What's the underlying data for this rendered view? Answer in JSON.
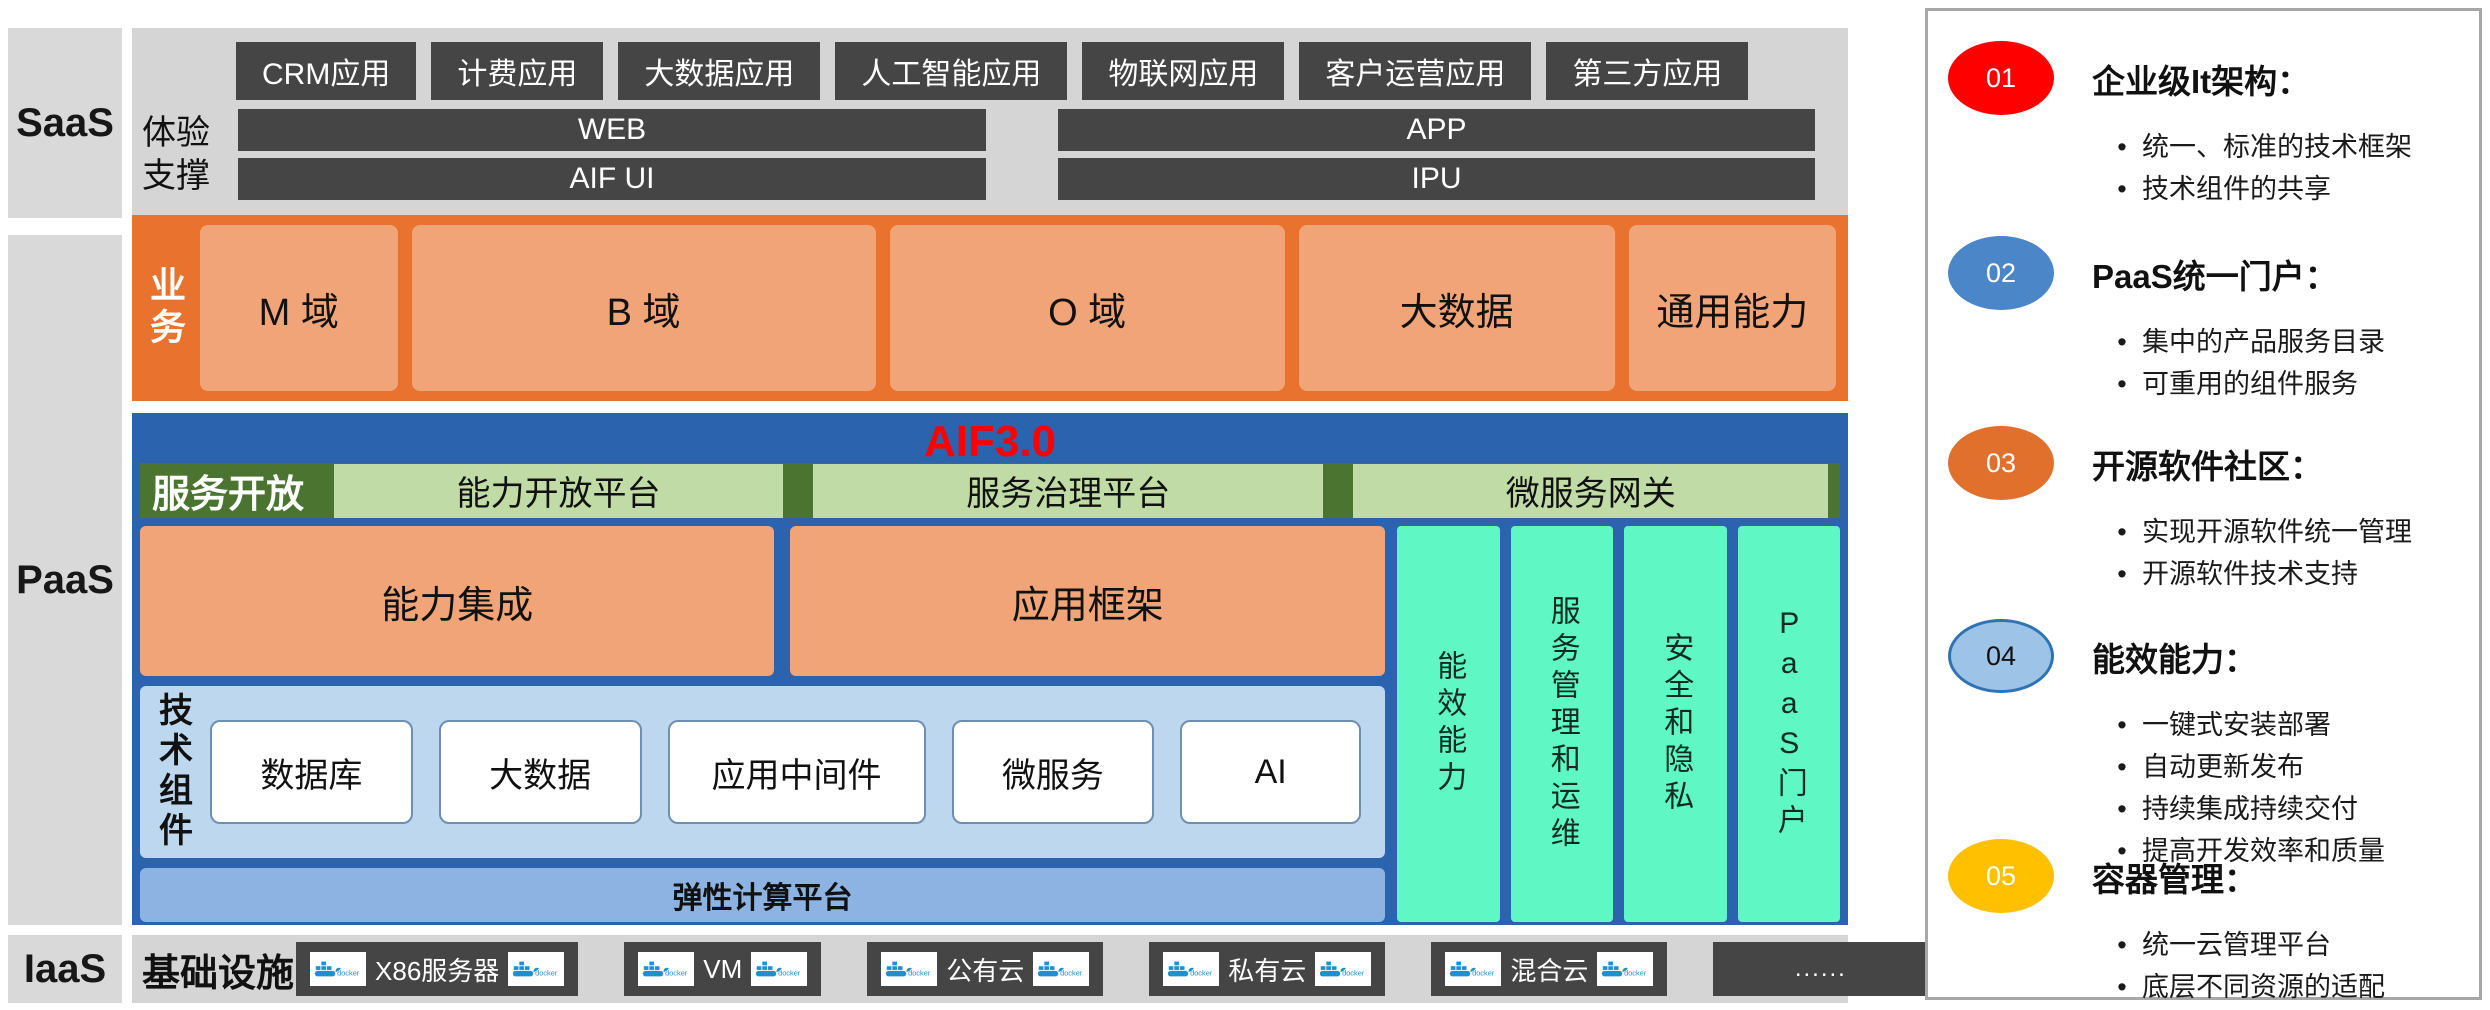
{
  "left_labels": {
    "saas": "SaaS",
    "paas": "PaaS",
    "iaas": "IaaS"
  },
  "saas": {
    "apps": [
      "CRM应用",
      "计费应用",
      "大数据应用",
      "人工智能应用",
      "物联网应用",
      "客户运营应用",
      "第三方应用"
    ],
    "support_label": [
      "体验",
      "支撑"
    ],
    "web_bars": [
      "WEB",
      "AIF UI"
    ],
    "app_bars": [
      "APP",
      "IPU"
    ]
  },
  "business": {
    "label": "业务",
    "domains": [
      "M 域",
      "B 域",
      "O 域",
      "大数据",
      "通用能力"
    ]
  },
  "aif": {
    "title": "AIF3.0",
    "service_open": {
      "label": "服务开放",
      "platforms": [
        "能力开放平台",
        "服务治理平台",
        "微服务网关"
      ]
    },
    "capabilities": [
      "能力集成",
      "应用框架"
    ],
    "tech": {
      "label": "技术组件",
      "components": [
        "数据库",
        "大数据",
        "应用中间件",
        "微服务",
        "AI"
      ],
      "platform": "弹性计算平台"
    },
    "pillars": [
      "能效能力",
      "服务管理和运维",
      "安全和隐私",
      "PaaS门户"
    ]
  },
  "iaas": {
    "label": "基础设施",
    "nodes": [
      "X86服务器",
      "VM",
      "公有云",
      "私有云",
      "混合云"
    ],
    "more": "......",
    "docker_icon": "docker-whale"
  },
  "right_panel": {
    "items": [
      {
        "num": "01",
        "color": "#ff0000",
        "text_color": "#ffffff",
        "title": "企业级It架构：",
        "bullets": [
          "统一、标准的技术框架",
          "技术组件的共享"
        ]
      },
      {
        "num": "02",
        "color": "#4a86c8",
        "text_color": "#ffffff",
        "title": "PaaS统一门户：",
        "bullets": [
          "集中的产品服务目录",
          "可重用的组件服务"
        ]
      },
      {
        "num": "03",
        "color": "#e2702d",
        "text_color": "#ffffff",
        "title": "开源软件社区：",
        "bullets": [
          "实现开源软件统一管理",
          "开源软件技术支持"
        ]
      },
      {
        "num": "04",
        "color": "#9dc3e6",
        "text_color": "#111111",
        "border_color": "#2e74b5",
        "title": "能效能力：",
        "bullets": [
          "一键式安装部署",
          "自动更新发布",
          "持续集成持续交付",
          "提高开发效率和质量"
        ]
      },
      {
        "num": "05",
        "color": "#ffc000",
        "text_color": "#ffffff",
        "title": "容器管理：",
        "bullets": [
          "统一云管理平台",
          "底层不同资源的适配"
        ]
      }
    ]
  },
  "colors": {
    "orange_frame": "#e8722e",
    "orange_fill": "#f0a478",
    "blue_frame": "#2b63ae",
    "green_dark": "#4c7431",
    "green_light": "#c0dba6",
    "teal_pillar": "#5ff7c3",
    "tech_panel_blue": "#bdd7ee",
    "platform_blue": "#8db3e2",
    "dark_box": "#454545",
    "band_gray": "#d5d5d5",
    "accent_red": "#ff0000",
    "docker_blue": "#1e8fd0"
  }
}
